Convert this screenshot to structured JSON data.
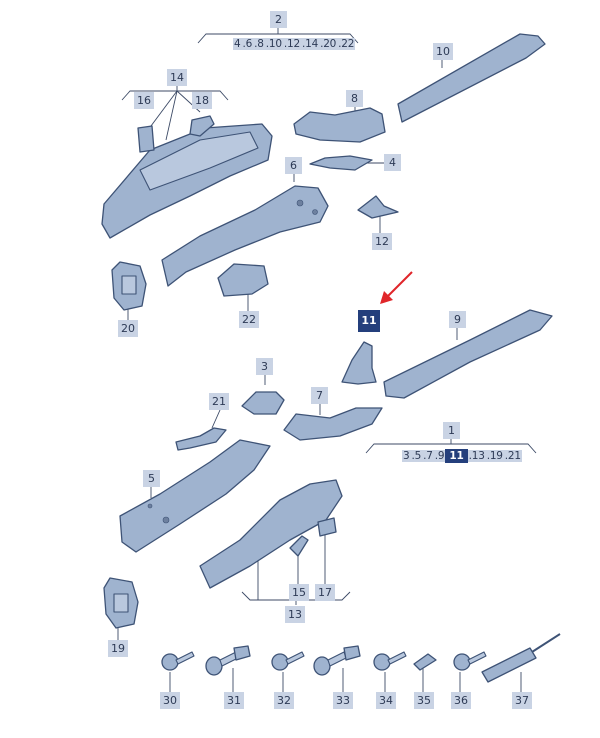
{
  "labels": {
    "l1": "1",
    "l2": "2",
    "l3": "3",
    "l5": "5",
    "l6": "6",
    "l7": "7",
    "l8": "8",
    "l9": "9",
    "l10": "10",
    "l11": "11",
    "l12": "12",
    "l13": "13",
    "l14": "14",
    "l15": "15",
    "l16": "16",
    "l17": "17",
    "l18": "18",
    "l19": "19",
    "l20": "20",
    "l21": "21",
    "l22": "22",
    "l30": "30",
    "l31": "31",
    "l32": "32",
    "l33": "33",
    "l34": "34",
    "l35": "35",
    "l36": "36",
    "l37": "37",
    "l4": "4"
  },
  "sequence_top": [
    "4",
    ".6",
    ".8",
    ".10",
    ".12",
    ".14",
    ".20",
    ".22"
  ],
  "sequence_mid": [
    "3",
    ".5",
    ".7",
    ".9",
    "11",
    ".13",
    ".19",
    ".21"
  ],
  "colors": {
    "highlight": "#243f7c",
    "label_bg": "#c9d3e4",
    "part_fill": "#9fb3cf",
    "arrow": "#e0262a"
  }
}
